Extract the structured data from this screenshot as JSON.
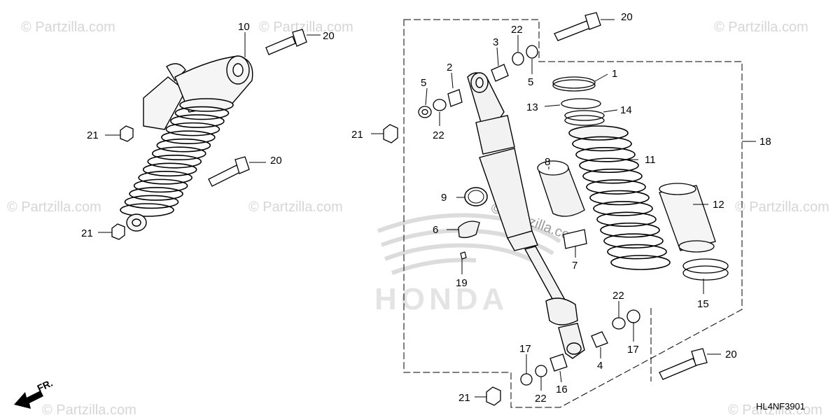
{
  "diagram": {
    "code": "HL4NF3901",
    "front_marker": "FR.",
    "watermark_text": "© Partzilla.com",
    "brand_watermark": "HONDA",
    "colors": {
      "line": "#000000",
      "part_fill": "#f2f2f2",
      "watermark": "#d6d6d6",
      "border_dash": "#000000"
    },
    "labels": {
      "l1": "1",
      "l2": "2",
      "l3": "3",
      "l4": "4",
      "l5a": "5",
      "l5b": "5",
      "l6": "6",
      "l7": "7",
      "l8": "8",
      "l9": "9",
      "l10": "10",
      "l11": "11",
      "l12": "12",
      "l13": "13",
      "l14": "14",
      "l15": "15",
      "l16": "16",
      "l17a": "17",
      "l17b": "17",
      "l18": "18",
      "l19": "19",
      "l20a": "20",
      "l20b": "20",
      "l20c": "20",
      "l20d": "20",
      "l21a": "21",
      "l21b": "21",
      "l21c": "21",
      "l21d": "21",
      "l22a": "22",
      "l22b": "22",
      "l22c": "22",
      "l22d": "22"
    }
  }
}
